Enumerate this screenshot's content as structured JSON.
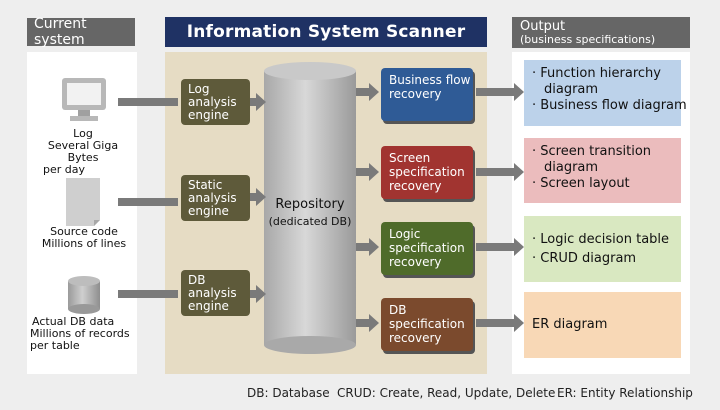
{
  "headers": {
    "current_system": "Current system",
    "scanner": "Information System Scanner",
    "output_line1": "Output",
    "output_line2": "(business specifications)"
  },
  "sources": [
    {
      "icon": "monitor-icon",
      "lines": [
        "Log",
        "Several Giga Bytes",
        "per day"
      ]
    },
    {
      "icon": "document-icon",
      "lines": [
        "Source code",
        "Millions of lines"
      ]
    },
    {
      "icon": "database-icon",
      "lines": [
        "Actual DB data",
        "Millions of records",
        "per table"
      ]
    }
  ],
  "engines": [
    {
      "lines": [
        "Log",
        "analysis",
        "engine"
      ]
    },
    {
      "lines": [
        "Static",
        "analysis",
        "engine"
      ]
    },
    {
      "lines": [
        "DB",
        "analysis",
        "engine"
      ]
    }
  ],
  "repository": {
    "title": "Repository",
    "subtitle": "(dedicated DB)"
  },
  "recoveries": [
    {
      "lines": [
        "Business flow",
        "recovery"
      ],
      "color": "#2f5b96"
    },
    {
      "lines": [
        "Screen",
        "specification",
        "recovery"
      ],
      "color": "#a13430"
    },
    {
      "lines": [
        "Logic",
        "specification",
        "recovery"
      ],
      "color": "#4f6b2a"
    },
    {
      "lines": [
        "DB",
        "specification",
        "recovery"
      ],
      "color": "#7b4a2d"
    }
  ],
  "outputs": [
    {
      "color": "#bcd2ea",
      "items": [
        [
          "· Function hierarchy",
          "diagram"
        ],
        [
          "· Business flow diagram"
        ]
      ]
    },
    {
      "color": "#ebbcbd",
      "items": [
        [
          "· Screen transition",
          "diagram"
        ],
        [
          "· Screen layout"
        ]
      ]
    },
    {
      "color": "#d9e8c1",
      "items": [
        [
          "· Logic decision table"
        ],
        [
          "· CRUD diagram"
        ]
      ]
    },
    {
      "color": "#f8d8b6",
      "items": [
        [
          "ER diagram"
        ]
      ]
    }
  ],
  "footer": {
    "db": "DB: Database",
    "crud": "CRUD: Create, Read, Update, Delete",
    "er": "ER:  Entity Relationship"
  }
}
